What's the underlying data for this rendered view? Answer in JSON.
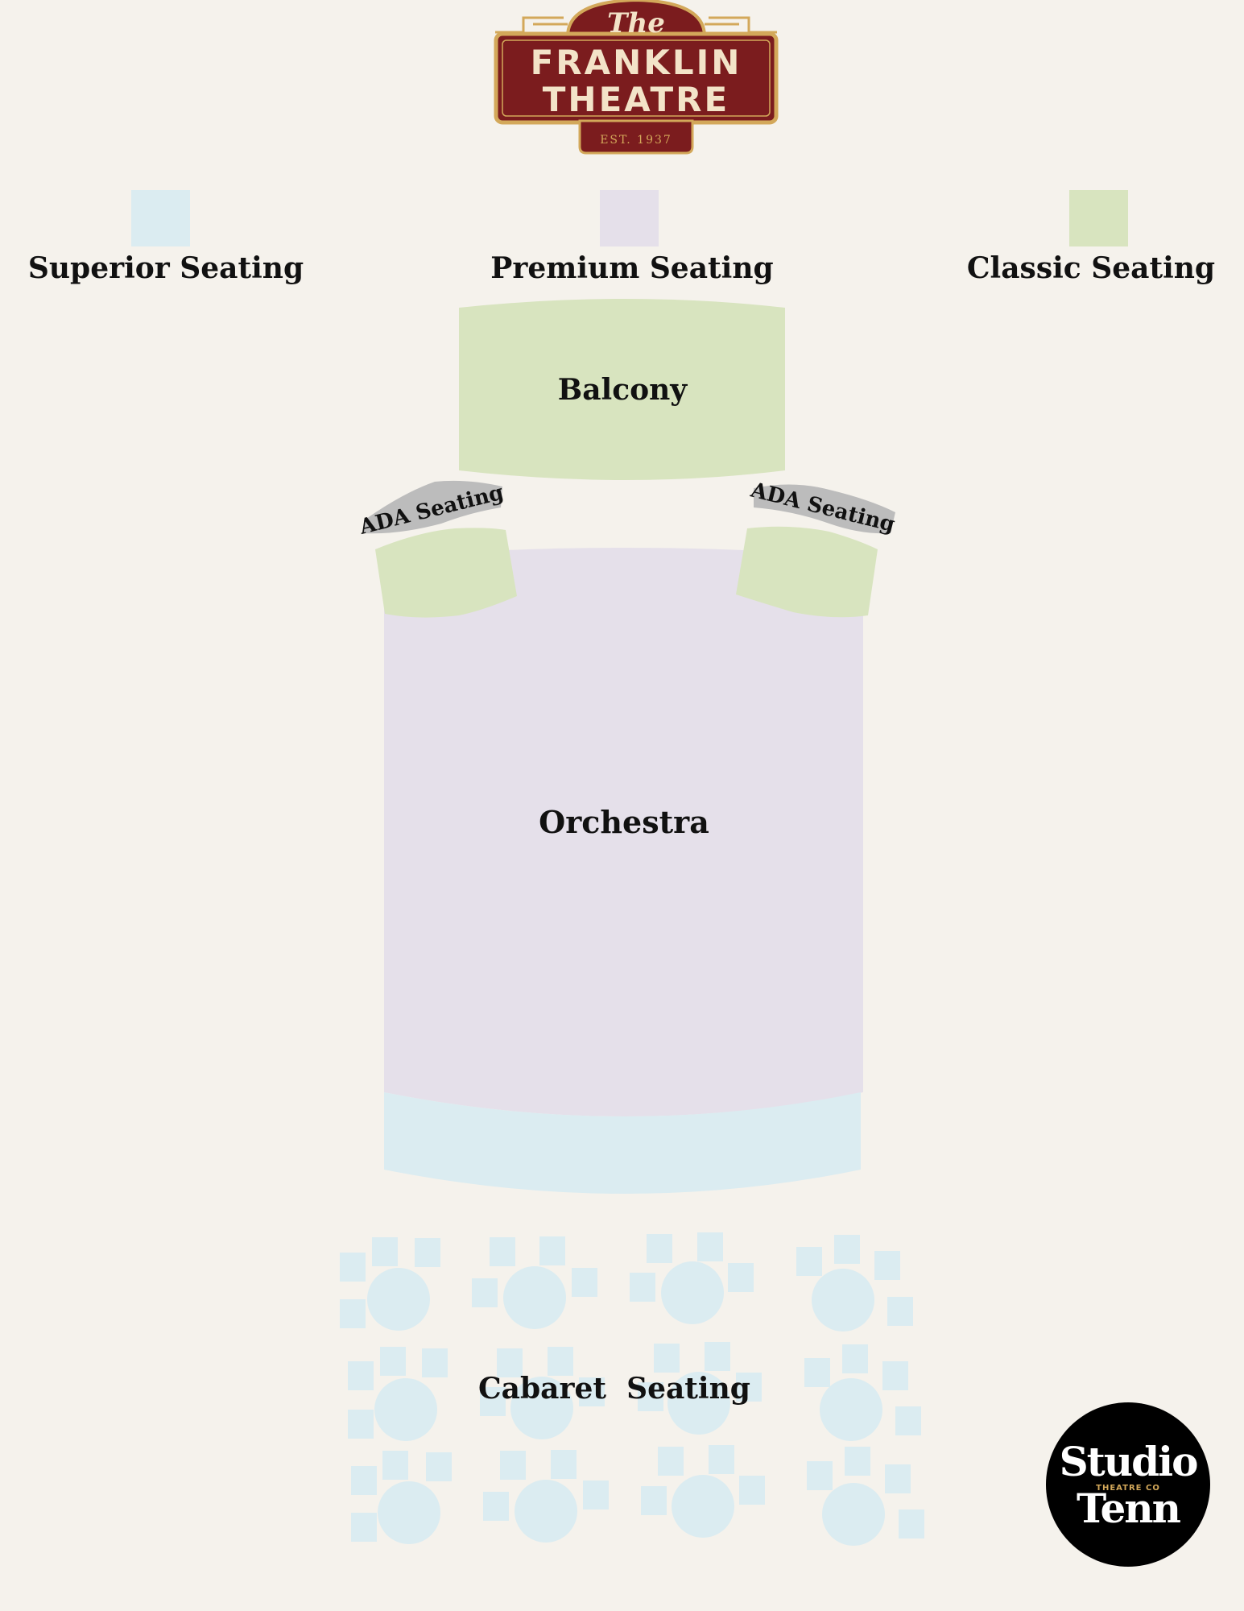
{
  "venue": {
    "logo_small": "The",
    "logo_line1": "FRANKLIN",
    "logo_line2": "THEATRE",
    "established": "EST. 1937"
  },
  "legend": [
    {
      "label": "Superior Seating",
      "color": "#dbecf1"
    },
    {
      "label": "Premium Seating",
      "color": "#e5e0ea"
    },
    {
      "label": "Classic Seating",
      "color": "#d8e4bf"
    }
  ],
  "sections": {
    "balcony": "Balcony",
    "orchestra": "Orchestra",
    "ada_left": "ADA Seating",
    "ada_right": "ADA Seating",
    "cabaret": "Cabaret  Seating"
  },
  "colors": {
    "background": "#f5f2ec",
    "superior": "#dbecf1",
    "premium": "#e5e0ea",
    "classic": "#d8e4bf",
    "ada": "#bcbcbc",
    "logo_red": "#7b1c1e",
    "logo_gold": "#d3a85a"
  },
  "company": {
    "name_line1": "Studio",
    "name_line2": "Tenn",
    "tagline": "THEATRE CO"
  }
}
